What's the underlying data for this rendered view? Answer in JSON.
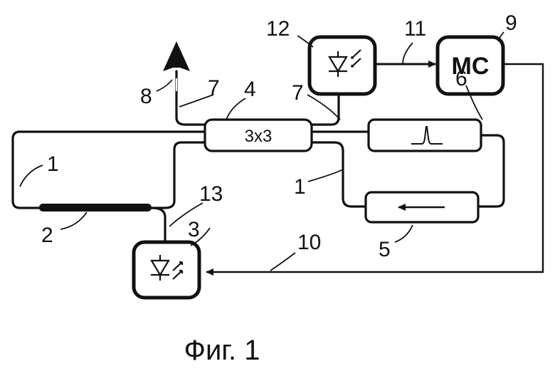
{
  "blocks": {
    "coupler": "3x3",
    "controller": "MC"
  },
  "labels": {
    "l1a": "1",
    "l1b": "1",
    "l2": "2",
    "l3": "3",
    "l4": "4",
    "l5": "5",
    "l6": "6",
    "l7a": "7",
    "l7b": "7",
    "l8": "8",
    "l9": "9",
    "l10": "10",
    "l11": "11",
    "l12": "12",
    "l13": "13"
  },
  "caption": "Фиг. 1"
}
